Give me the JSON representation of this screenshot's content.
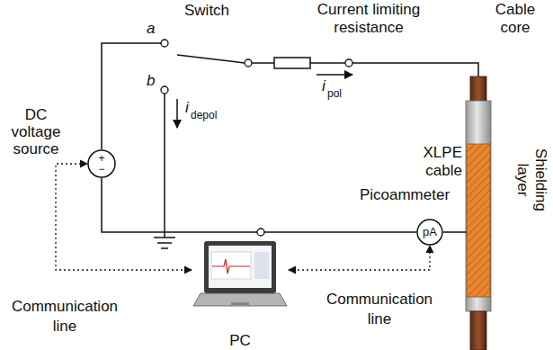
{
  "diagram": {
    "nodes": [
      {
        "text": [
          "+",
          "−"
        ]
      },
      {
        "text": [
          "pA"
        ]
      },
      {
        "text": [
          "PC"
        ]
      }
    ],
    "edges": [
      {
        "from": 2,
        "to": 0,
        "arrow": "both"
      },
      {
        "from": 2,
        "to": 1,
        "arrow": "both"
      },
      {
        "from": 0,
        "to": 1,
        "arrow": "none"
      }
    ],
    "labels": [
      "Switch",
      "a",
      "b",
      "Current limiting resistance",
      "Cable core",
      "i",
      "pol",
      "i",
      "depol",
      "DC voltage source",
      "XLPE cable",
      "Shielding layer",
      "Picoammeter",
      "Communication line",
      "Communication line"
    ]
  }
}
